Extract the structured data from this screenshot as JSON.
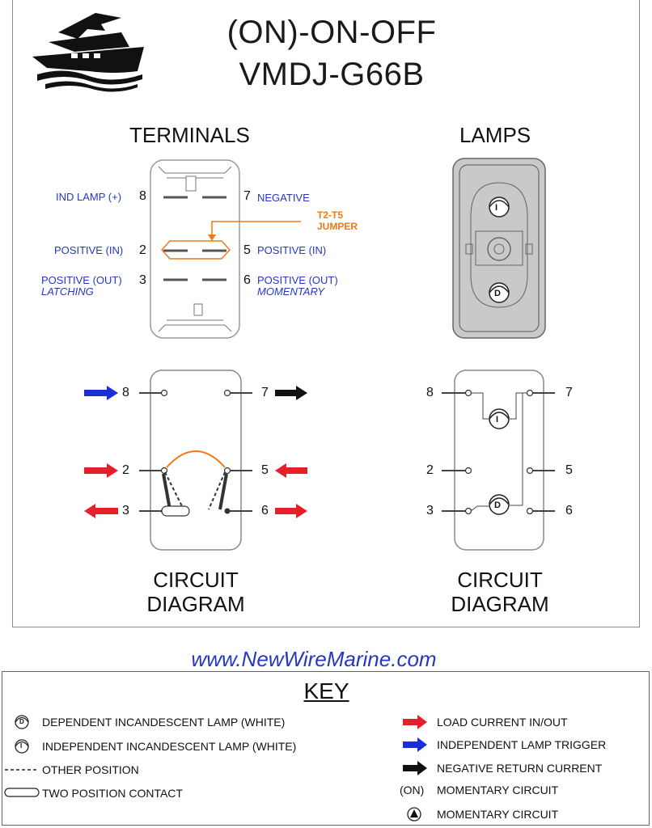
{
  "header": {
    "title_line1": "(ON)-ON-OFF",
    "title_line2": "VMDJ-G66B",
    "logo_icon": "boat-logo-icon"
  },
  "terminals": {
    "heading": "TERMINALS",
    "left_labels": [
      {
        "text": "IND LAMP (+)",
        "pin": "8"
      },
      {
        "text": "POSITIVE (IN)",
        "pin": "2"
      },
      {
        "text": "POSITIVE (OUT)",
        "sub": "LATCHING",
        "pin": "3"
      }
    ],
    "right_labels": [
      {
        "text": "NEGATIVE",
        "pin": "7"
      },
      {
        "text": "POSITIVE (IN)",
        "pin": "5"
      },
      {
        "text": "POSITIVE (OUT)",
        "sub": "MOMENTARY",
        "pin": "6"
      }
    ],
    "jumper_line1": "T2-T5",
    "jumper_line2": "JUMPER"
  },
  "lamps": {
    "heading": "LAMPS",
    "top_lamp": "I",
    "bottom_lamp": "D"
  },
  "circuit_left": {
    "caption_line1": "CIRCUIT",
    "caption_line2": "DIAGRAM",
    "pins": [
      "8",
      "7",
      "2",
      "5",
      "3",
      "6"
    ]
  },
  "circuit_right": {
    "caption_line1": "CIRCUIT",
    "caption_line2": "DIAGRAM",
    "pins": [
      "8",
      "7",
      "2",
      "5",
      "3",
      "6"
    ],
    "lamp_top": "I",
    "lamp_bottom": "D"
  },
  "website": "www.NewWireMarine.com",
  "key": {
    "title": "KEY",
    "left": [
      {
        "symbol": "D",
        "text": "DEPENDENT INCANDESCENT LAMP (WHITE)"
      },
      {
        "symbol": "I",
        "text": "INDEPENDENT INCANDESCENT LAMP (WHITE)"
      },
      {
        "symbol": "dashed-line",
        "text": "OTHER POSITION"
      },
      {
        "symbol": "two-position-contact",
        "text": "TWO POSITION CONTACT"
      }
    ],
    "right": [
      {
        "symbol": "red-arrow",
        "text": "LOAD CURRENT IN/OUT"
      },
      {
        "symbol": "blue-arrow",
        "text": "INDEPENDENT LAMP TRIGGER"
      },
      {
        "symbol": "black-arrow",
        "text": "NEGATIVE RETURN CURRENT"
      },
      {
        "symbol": "(ON)",
        "text": "MOMENTARY CIRCUIT"
      },
      {
        "symbol": "triangle-icon",
        "text": "MOMENTARY CIRCUIT"
      }
    ]
  },
  "colors": {
    "blue_text": "#2437c8",
    "orange": "#f07a16",
    "red_arrow": "#e5202a",
    "blue_arrow": "#1a2fd8",
    "black_arrow": "#111111",
    "lamp_body": "#c9c9c9"
  }
}
